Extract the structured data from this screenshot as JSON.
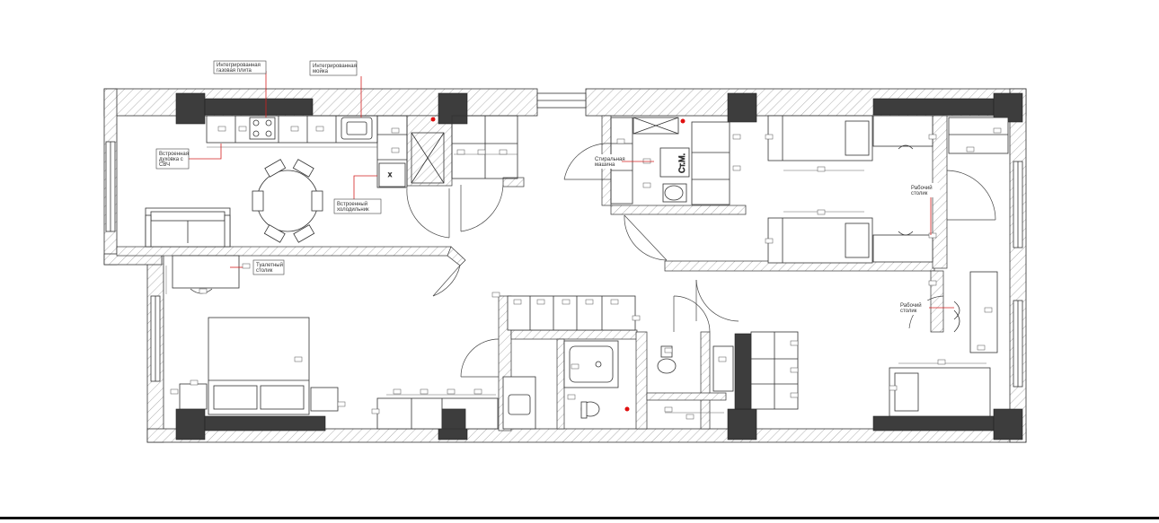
{
  "labels": {
    "integrated_hob": [
      "Интегрированная",
      "газовая плита"
    ],
    "integrated_sink": [
      "Интегрированная",
      "мойка"
    ],
    "builtin_oven": [
      "Встроенная",
      "духовка с",
      "СВЧ"
    ],
    "builtin_fridge": [
      "Встроенный",
      "холодильник"
    ],
    "washing_machine": [
      "Стиральная",
      "машина"
    ],
    "washer_code": "Ст.М.",
    "fridge_code": "Х",
    "dresser": [
      "Туалетный",
      "столик"
    ],
    "desk_upper": [
      "Рабочий",
      "столик"
    ],
    "desk_lower": [
      "Рабочий",
      "столик"
    ]
  },
  "colors": {
    "wall_fill": "#ffffff",
    "wall_hatch": "#9a9a9a",
    "column_fill": "#3d3d3d",
    "line": "#333333",
    "leader": "#d42020",
    "marker": "#e01010"
  }
}
